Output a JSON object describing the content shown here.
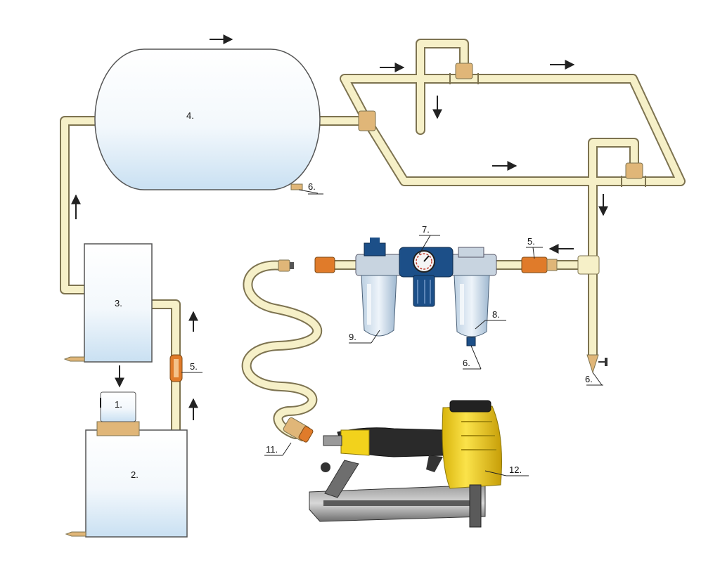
{
  "labels": {
    "l1": "1.",
    "l2": "2.",
    "l3": "3.",
    "l4": "4.",
    "l5a": "5.",
    "l5b": "5.",
    "l6a": "6.",
    "l6b": "6.",
    "l6c": "6.",
    "l7": "7.",
    "l8": "8.",
    "l9": "9.",
    "l11": "11.",
    "l12": "12."
  },
  "colors": {
    "pipe_fill": "#f6f0c8",
    "pipe_stroke": "#7d7350",
    "tank_top": "#ffffff",
    "tank_bottom": "#cfe4f4",
    "brass": "#e0b678",
    "valve_orange": "#e07b2a",
    "filter_blue": "#1c4f88",
    "nailer_yellow": "#f2d21c",
    "arrow": "#222222"
  },
  "components": [
    "filler-funnel",
    "base-tank",
    "upper-tank",
    "pressure-tank",
    "check-valve",
    "drain-valve",
    "pressure-gauge",
    "filter-bowl",
    "lubricator-bowl",
    "coiled-hose",
    "nail-gun"
  ]
}
